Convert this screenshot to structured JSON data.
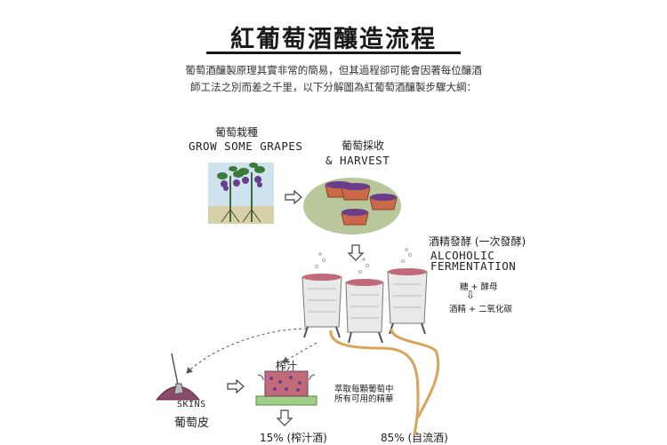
{
  "title": "紅葡萄酒釀造流程",
  "intro": {
    "line1": "葡萄酒釀製原理其實非常的簡易，但其過程卻可能會因著每位釀酒",
    "line2": "師工法之別而差之千里，以下分解圖為紅葡萄酒釀製步驟大綱："
  },
  "steps": {
    "grow": {
      "zh": "葡萄栽種",
      "en": "GROW SOME GRAPES"
    },
    "harvest": {
      "zh": "葡萄採收",
      "en": "& HARVEST"
    },
    "fermentation": {
      "zh": "酒精發酵 (一次發酵)",
      "en1": "ALCOHOLIC",
      "en2": "FERMENTATION",
      "input": "糖 + 酵母",
      "output": "酒精 + 二氧化碳"
    },
    "press": {
      "zh": "榨汁",
      "note1": "萃取每顆葡萄中",
      "note2": "所有可用的精華"
    },
    "skins": {
      "en": "SKINS",
      "zh": "葡萄皮"
    },
    "press_wine": "15% (榨汁酒)",
    "free_run": "85% (自流酒)"
  },
  "arrow_glyph": "⇩",
  "colors": {
    "grape": "#6b3d8a",
    "pot": "#c9694a",
    "tray": "#b9c89a",
    "soil": "#d8d0a8",
    "sky": "#cfe3ef",
    "wine": "#c06a7a",
    "hose": "#d9a35a",
    "press_base": "#9fcf86"
  }
}
